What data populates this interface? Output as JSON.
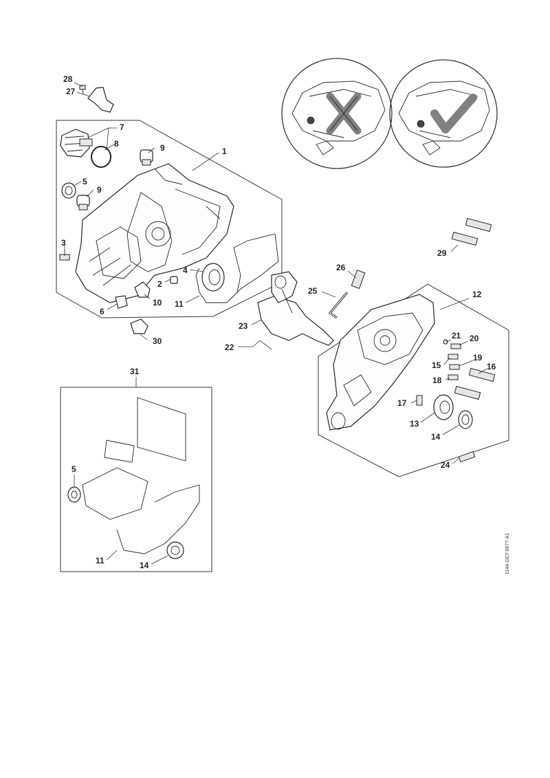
{
  "document_code": "1144-GET-0077-A1",
  "callouts": [
    {
      "id": "c28",
      "text": "28"
    },
    {
      "id": "c27",
      "text": "27"
    },
    {
      "id": "c7",
      "text": "7"
    },
    {
      "id": "c8",
      "text": "8"
    },
    {
      "id": "c9a",
      "text": "9"
    },
    {
      "id": "c1",
      "text": "1"
    },
    {
      "id": "c5a",
      "text": "5"
    },
    {
      "id": "c9b",
      "text": "9"
    },
    {
      "id": "c3",
      "text": "3"
    },
    {
      "id": "c4",
      "text": "4"
    },
    {
      "id": "c2",
      "text": "2"
    },
    {
      "id": "c11a",
      "text": "11"
    },
    {
      "id": "c10",
      "text": "10"
    },
    {
      "id": "c6",
      "text": "6"
    },
    {
      "id": "c30",
      "text": "30"
    },
    {
      "id": "c26",
      "text": "26"
    },
    {
      "id": "c25",
      "text": "25"
    },
    {
      "id": "c23",
      "text": "23"
    },
    {
      "id": "c22",
      "text": "22"
    },
    {
      "id": "c12",
      "text": "12"
    },
    {
      "id": "c29",
      "text": "29"
    },
    {
      "id": "c21",
      "text": "21"
    },
    {
      "id": "c20",
      "text": "20"
    },
    {
      "id": "c15",
      "text": "15"
    },
    {
      "id": "c19",
      "text": "19"
    },
    {
      "id": "c16",
      "text": "16"
    },
    {
      "id": "c18",
      "text": "18"
    },
    {
      "id": "c17",
      "text": "17"
    },
    {
      "id": "c13",
      "text": "13"
    },
    {
      "id": "c14a",
      "text": "14"
    },
    {
      "id": "c24",
      "text": "24"
    },
    {
      "id": "c31",
      "text": "31"
    },
    {
      "id": "c5b",
      "text": "5"
    },
    {
      "id": "c11b",
      "text": "11"
    },
    {
      "id": "c14b",
      "text": "14"
    }
  ],
  "colors": {
    "line": "#222222",
    "check": "#808080",
    "cross": "#808080",
    "paper": "#ffffff"
  },
  "icons": {
    "incorrect": "cross-mark-icon",
    "correct": "check-mark-icon"
  }
}
